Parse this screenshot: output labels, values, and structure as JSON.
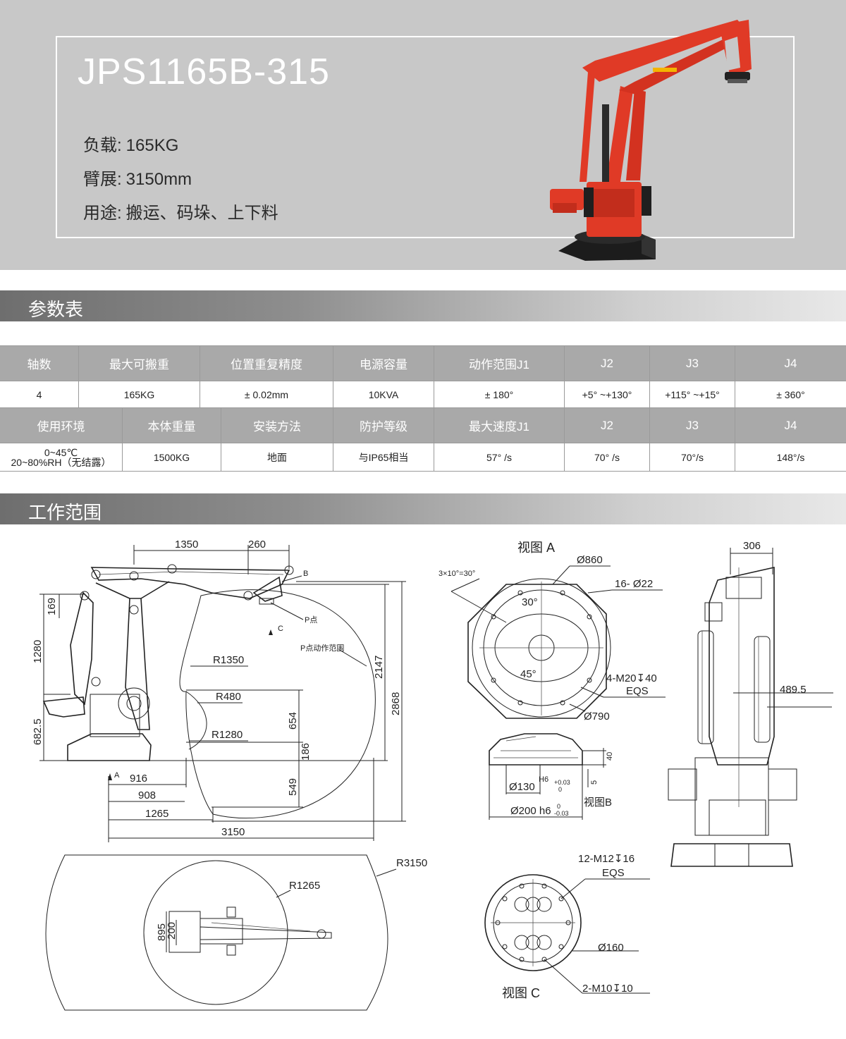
{
  "header": {
    "model": "JPS1165B-315",
    "specs": [
      {
        "label": "负载:",
        "value": "165KG"
      },
      {
        "label": "臂展:",
        "value": "3150mm"
      },
      {
        "label": "用途:",
        "value": "搬运、码垛、上下料"
      }
    ],
    "brand_color": "#e03a26"
  },
  "sections": {
    "params": "参数表",
    "workrange": "工作范围"
  },
  "table": {
    "head1": [
      "轴数",
      "最大可搬重",
      "位置重复精度",
      "电源容量",
      "动作范围J1",
      "J2",
      "J3",
      "J4"
    ],
    "row1": [
      "4",
      "165KG",
      "± 0.02mm",
      "10KVA",
      "± 180°",
      "+5° ~+130°",
      "+115° ~+15°",
      "± 360°"
    ],
    "head2": [
      "使用环境",
      "本体重量",
      "安装方法",
      "防护等级",
      "最大速度J1",
      "J2",
      "J3",
      "J4"
    ],
    "row2_env_a": "0~45℃",
    "row2_env_b": "20~80%RH（无结露）",
    "row2": [
      "1500KG",
      "地面",
      "与IP65相当",
      "57° /s",
      "70° /s",
      "70°/s",
      "148°/s"
    ]
  },
  "drawing": {
    "side": {
      "d1350": "1350",
      "d260": "260",
      "d169": "169",
      "d1280": "1280",
      "d682": "682.5",
      "r1350": "R1350",
      "r480": "R480",
      "r1280": "R1280",
      "d654": "654",
      "d186": "186",
      "d549": "549",
      "d2147": "2147",
      "d2868": "2868",
      "d916": "916",
      "d908": "908",
      "d1265": "1265",
      "d3150": "3150",
      "lblB": "B",
      "lblC": "C",
      "lblA": "A",
      "lblP": "P点",
      "lblRange": "P点动作范围"
    },
    "viewA": {
      "title": "视图 A",
      "d860": "Ø860",
      "angle": "3×10°=30°",
      "a30": "30°",
      "holes": "16- Ø22",
      "a45": "45°",
      "thread": "4-M20↧40",
      "eqs": "EQS",
      "d790": "Ø790"
    },
    "viewB": {
      "title": "视图B",
      "d40": "40",
      "d5": "5",
      "h6": "H6",
      "tol1": "+0.03",
      "tol0": "0",
      "d130": "Ø130",
      "d200": "Ø200 h6",
      "tol2": "-0.03"
    },
    "front": {
      "d306": "306",
      "d489": "489.5"
    },
    "top": {
      "r3150": "R3150",
      "r1265": "R1265",
      "d895": "895",
      "d200": "200"
    },
    "viewC": {
      "title": "视图 C",
      "thread1": "12-M12↧16",
      "eqs": "EQS",
      "d160": "Ø160",
      "thread2": "2-M10↧10"
    }
  }
}
